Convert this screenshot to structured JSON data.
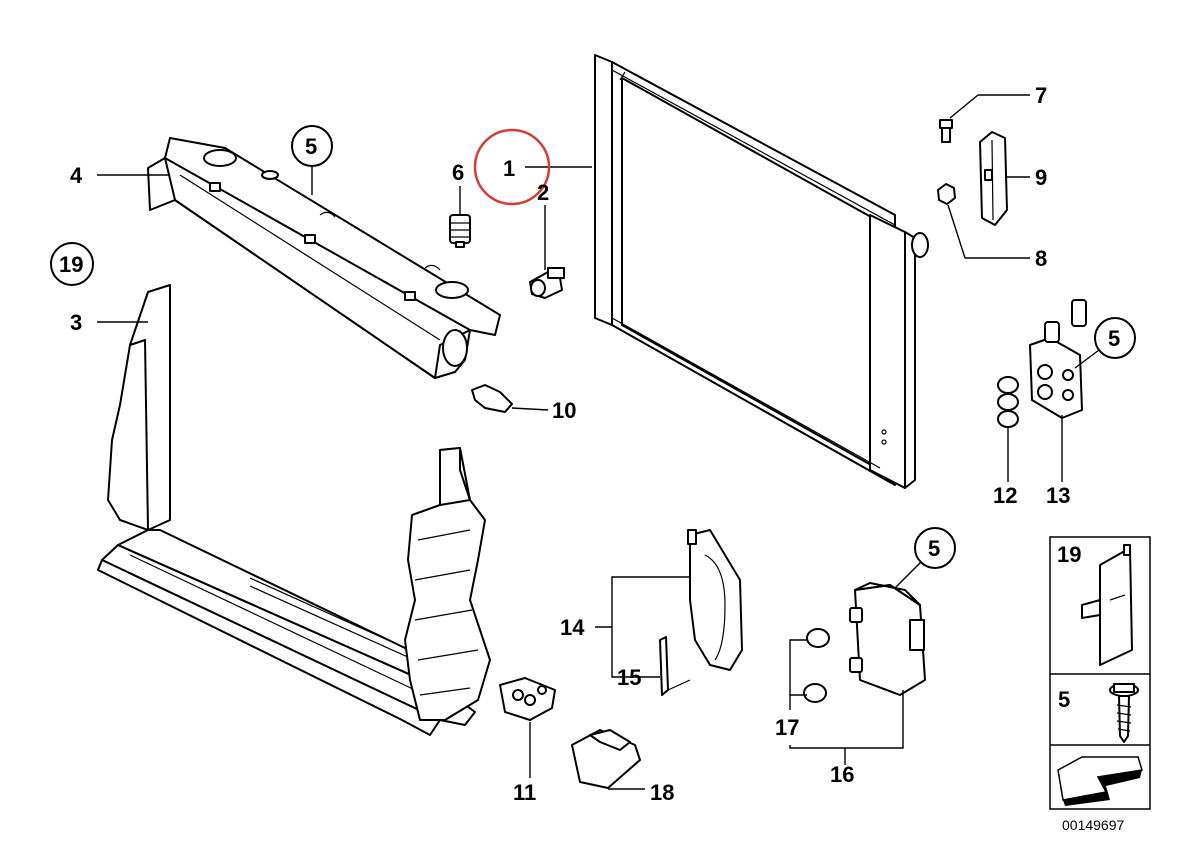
{
  "diagram_code": "00149697",
  "accent": "#d83a3a",
  "callouts": {
    "c1": "1",
    "c2": "2",
    "c3": "3",
    "c4": "4",
    "c5a": "5",
    "c5b": "5",
    "c5c": "5",
    "c6": "6",
    "c7": "7",
    "c8": "8",
    "c9": "9",
    "c10": "10",
    "c11": "11",
    "c12": "12",
    "c13": "13",
    "c14": "14",
    "c15": "15",
    "c16": "16",
    "c17": "17",
    "c18": "18",
    "c19": "19"
  },
  "legend": {
    "item19": "19",
    "item5": "5"
  },
  "icons": {
    "arrow": "return-arrow-icon"
  }
}
